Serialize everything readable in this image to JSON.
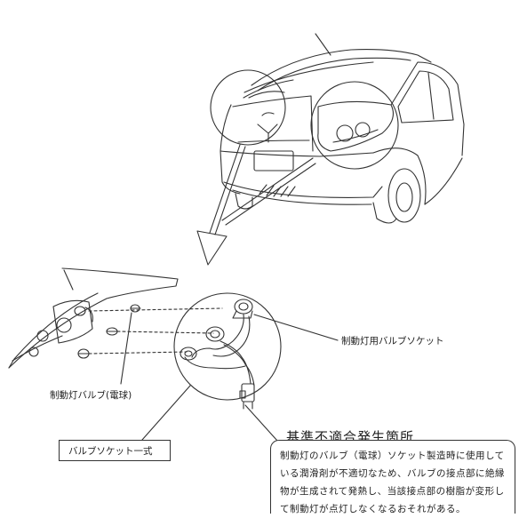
{
  "labels": {
    "bulb_socket": "制動灯用バルブソケット",
    "bulb": "制動灯バルブ(電球)",
    "socket_assembly": "バルブソケット一式"
  },
  "defect": {
    "title": "基準不適合発生箇所",
    "description": "制動灯のバルブ（電球）ソケット製造時に使用している潤滑剤が不適切なため、バルブの接点部に絶縁物が生成されて発熱し、当該接点部の樹脂が変形して制動灯が点灯しなくなるおそれがある。"
  }
}
